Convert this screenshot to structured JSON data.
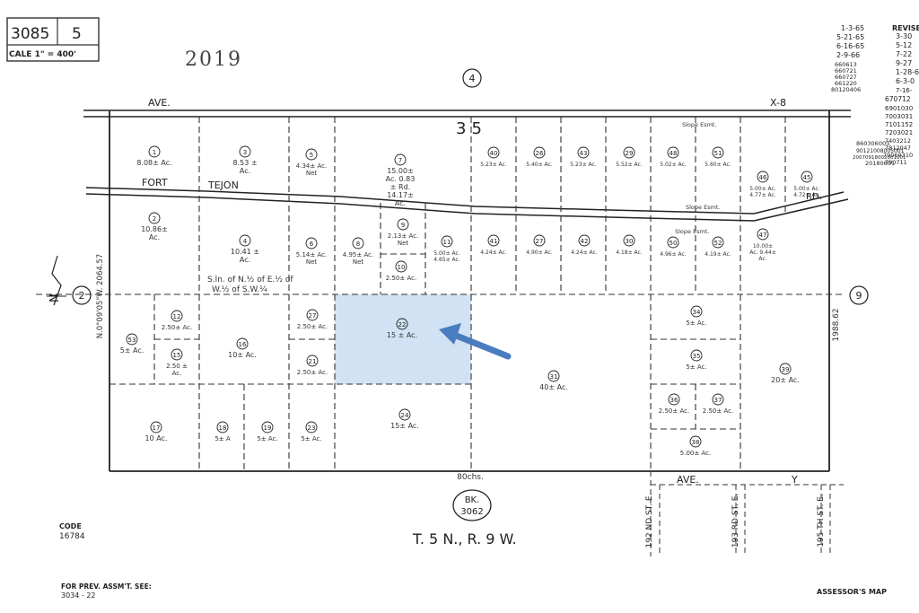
{
  "header": {
    "book_number": "3085",
    "page_number": "5",
    "scale": "CALE 1\" = 400'",
    "year": "2019",
    "revisions_title": "REVISE",
    "revision_dates_left": [
      "1-3-65",
      "5-21-65",
      "6-16-65",
      "2-9-66",
      "660613",
      "660721",
      "660727",
      "661220",
      "80120406"
    ],
    "revision_dates_right": [
      "3-30",
      "5-12",
      "7-22",
      "9-27",
      "1-28-6",
      "6-3-0",
      "7-16-",
      "670712",
      "6901030",
      "7003031",
      "7101152",
      "7203021",
      "7403212",
      "7812047",
      "79069310",
      "790711",
      "860306003",
      "90121008005001",
      "20070918002001001",
      "20180601"
    ]
  },
  "map": {
    "section": "35",
    "township": "T. 5 N., R. 9 W.",
    "book_ref_label": "BK.",
    "book_ref_number": "3062",
    "south_dimension": "80chs.",
    "east_dimension": "1988.62",
    "west_dimension": "N.0°09'05\"W. 2064.57",
    "north_arrow": "N",
    "adjacent_pages": [
      "4",
      "2",
      "9"
    ],
    "highlight_color": "#cde0f2",
    "arrow_color": "#4a7dbf"
  },
  "roads": {
    "north_left": "AVE.",
    "north_right": "X-8",
    "fort_tejon": [
      "FORT",
      "TEJON",
      "RD."
    ],
    "south_ave": "AVE.",
    "south_y": "Y",
    "streets": [
      "192 ND ST. E.",
      "193 RD ST. E.",
      "195 TH ST. E."
    ],
    "easements": [
      "Slope Esmt.",
      "Slope Esmt.",
      "Slope Esmt."
    ]
  },
  "parcels": [
    {
      "id": "1",
      "area": "8.08± Ac."
    },
    {
      "id": "3",
      "area": "8.53 ± Ac."
    },
    {
      "id": "5",
      "area": "4.34± Ac. Net"
    },
    {
      "id": "7",
      "area": "15.00± Ac. 0.83 ± Rd. 14.17± Ac."
    },
    {
      "id": "40",
      "area": "5.23± Ac."
    },
    {
      "id": "26",
      "area": "5.40± Ac."
    },
    {
      "id": "43",
      "area": "5.23± Ac."
    },
    {
      "id": "29",
      "area": "5.52± Ac."
    },
    {
      "id": "48",
      "area": "5.02± Ac."
    },
    {
      "id": "51",
      "area": "5.60± Ac."
    },
    {
      "id": "46",
      "area": "5.00± Ac. 4.77± Ac."
    },
    {
      "id": "45",
      "area": "5.00± Ac. 4.72± Ac."
    },
    {
      "id": "2",
      "area": "10.86± Ac."
    },
    {
      "id": "4",
      "area": "10.41 ± Ac."
    },
    {
      "id": "6",
      "area": "5.14± Ac. Net"
    },
    {
      "id": "8",
      "area": "4.95± Ac. Net"
    },
    {
      "id": "9",
      "area": "2.13± Ac. Net"
    },
    {
      "id": "10",
      "area": "2.50± Ac."
    },
    {
      "id": "11",
      "area": "5.00± Ac. 4.65± Ac."
    },
    {
      "id": "41",
      "area": "4.24± Ac."
    },
    {
      "id": "27",
      "area": "4.90± Ac."
    },
    {
      "id": "42",
      "area": "4.24± Ac."
    },
    {
      "id": "30",
      "area": "4.18± Ac."
    },
    {
      "id": "50",
      "area": "4.96± Ac."
    },
    {
      "id": "52",
      "area": "4.19± Ac."
    },
    {
      "id": "47",
      "area": "10.00± Ac. 9.44± Ac."
    },
    {
      "id": "53",
      "area": "5± Ac."
    },
    {
      "id": "12",
      "area": "2.50± Ac."
    },
    {
      "id": "15",
      "area": "2.50 ± Ac."
    },
    {
      "id": "16",
      "area": "10± Ac."
    },
    {
      "id": "27",
      "area": "2.50± Ac."
    },
    {
      "id": "21",
      "area": "2.50± Ac."
    },
    {
      "id": "22",
      "area": "15 ± Ac."
    },
    {
      "id": "31",
      "area": "40± Ac."
    },
    {
      "id": "34",
      "area": "5± Ac."
    },
    {
      "id": "35",
      "area": "5± Ac."
    },
    {
      "id": "39",
      "area": "20± Ac."
    },
    {
      "id": "36",
      "area": "2.50± Ac."
    },
    {
      "id": "37",
      "area": "2.50± Ac."
    },
    {
      "id": "38",
      "area": "5.00± Ac."
    },
    {
      "id": "17",
      "area": "10 Ac."
    },
    {
      "id": "18",
      "area": "5± A"
    },
    {
      "id": "19",
      "area": "5± Ac."
    },
    {
      "id": "23",
      "area": "5± Ac."
    },
    {
      "id": "24",
      "area": "15± Ac."
    }
  ],
  "legal_note": [
    "S.ln. of N.½ of E.½ of",
    "W.½ of S.W.¼"
  ],
  "footer": {
    "code_label": "CODE",
    "code_value": "16784",
    "prev_label": "FOR PREV. ASSM'T. SEE:",
    "prev_value": "3034 - 22",
    "assessor_map": "ASSESSOR'S MAP"
  }
}
